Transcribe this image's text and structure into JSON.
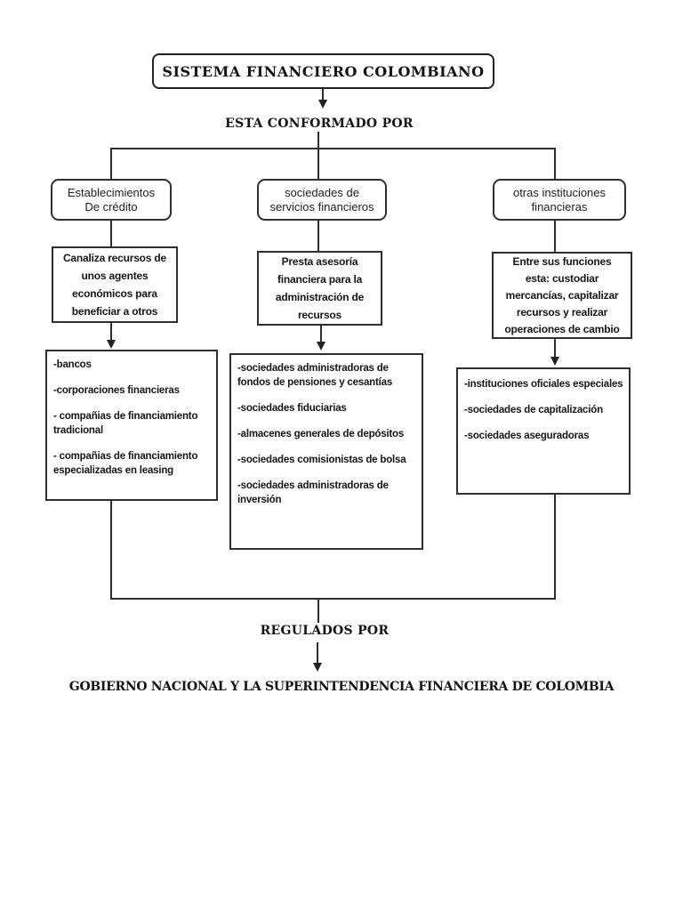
{
  "colors": {
    "background": "#ffffff",
    "ink": "#1c1c1c",
    "line": "#2e2e2e"
  },
  "title": "SISTEMA FINANCIERO COLOMBIANO",
  "connector_label": "ESTA CONFORMADO POR",
  "branches": [
    {
      "name_lines": [
        "Establecimientos",
        "De crédito"
      ],
      "desc_lines": [
        "Canaliza recursos de",
        "unos agentes",
        "económicos para",
        "beneficiar a otros"
      ],
      "items": [
        "-bancos",
        "-corporaciones financieras",
        "- compañias de financiamiento tradicional",
        "- compañias de financiamiento especializadas en leasing"
      ]
    },
    {
      "name_lines": [
        "sociedades de",
        "servicios financieros"
      ],
      "desc_lines": [
        "Presta asesoría",
        "financiera para la",
        "administración de",
        "recursos"
      ],
      "items": [
        "-sociedades administradoras de fondos de pensiones y cesantías",
        "-sociedades fiduciarias",
        "-almacenes generales de depósitos",
        "-sociedades comisionistas de bolsa",
        "-sociedades administradoras de inversión"
      ]
    },
    {
      "name_lines": [
        "otras instituciones",
        "financieras"
      ],
      "desc_lines": [
        "Entre sus funciones",
        "esta: custodiar",
        "mercancías, capitalizar",
        "recursos y realizar",
        "operaciones de cambio"
      ],
      "items": [
        "-instituciones oficiales especiales",
        "-sociedades de capitalización",
        "-sociedades aseguradoras"
      ]
    }
  ],
  "regulated_label": "REGULADOS POR",
  "regulator_text": "GOBIERNO NACIONAL Y LA SUPERINTENDENCIA FINANCIERA DE COLOMBIA"
}
